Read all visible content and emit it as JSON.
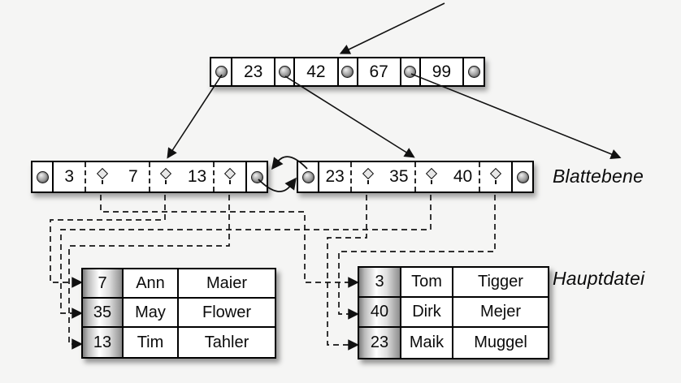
{
  "labels": {
    "leaf_level": "Blattebene",
    "main_file": "Hauptdatei"
  },
  "root_node": {
    "keys": [
      "23",
      "42",
      "67",
      "99"
    ]
  },
  "leaf_nodes": [
    {
      "id": "left",
      "keys": [
        "3",
        "7",
        "13"
      ]
    },
    {
      "id": "right",
      "keys": [
        "23",
        "35",
        "40"
      ]
    }
  ],
  "tables": [
    {
      "id": "left",
      "rows": [
        [
          "7",
          "Ann",
          "Maier"
        ],
        [
          "35",
          "May",
          "Flower"
        ],
        [
          "13",
          "Tim",
          "Tahler"
        ]
      ]
    },
    {
      "id": "right",
      "rows": [
        [
          "3",
          "Tom",
          "Tigger"
        ],
        [
          "40",
          "Dirk",
          "Mejer"
        ],
        [
          "23",
          "Maik",
          "Muggel"
        ]
      ]
    }
  ],
  "icons": {
    "node_pointer": "pointer-circle-icon",
    "record_pointer": "diamond-pointer-icon"
  },
  "colors": {
    "background": "#f5f5f4",
    "node_fill": "#ffffff",
    "line": "#111111",
    "key_column_gradient_edge": "#7d7d7d"
  }
}
